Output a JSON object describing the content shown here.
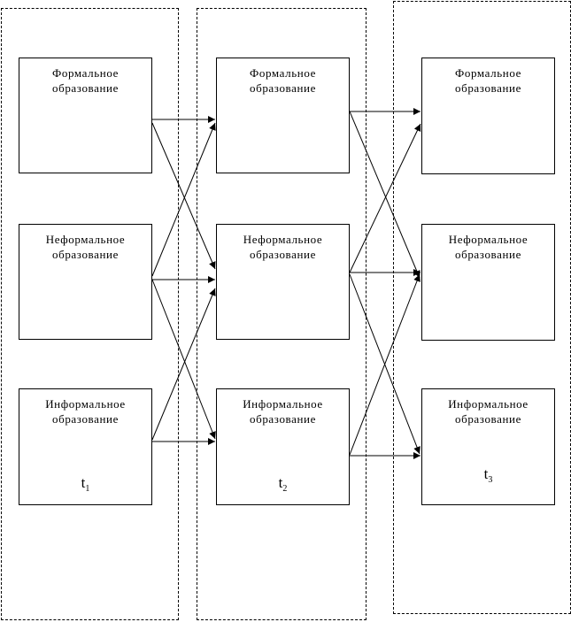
{
  "box_labels": {
    "formal": [
      "Формальное",
      "образование"
    ],
    "nonformal": [
      "Неформальное",
      "образование"
    ],
    "informal": [
      "Информальное",
      "образование"
    ]
  },
  "columns": [
    {
      "time_symbol": "t",
      "time_index": "1"
    },
    {
      "time_symbol": "t",
      "time_index": "2"
    },
    {
      "time_symbol": "t",
      "time_index": "3"
    }
  ]
}
